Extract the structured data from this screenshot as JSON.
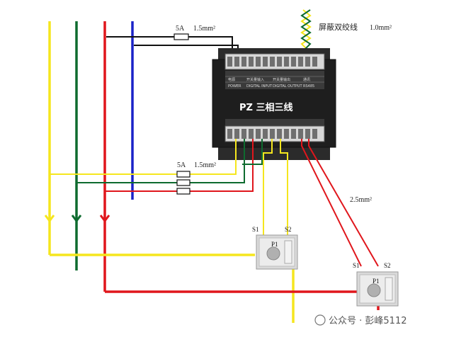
{
  "labels": {
    "fuse_top_current": "5A",
    "fuse_top_size": "1.5mm²",
    "shield_wire": "屏蔽双绞线",
    "shield_wire_size": "1.0mm²",
    "fuse_bottom_current": "5A",
    "fuse_bottom_size": "1.5mm²",
    "ct_wire_size": "2.5mm²"
  },
  "meter": {
    "title": "PZ  三相三线",
    "top_row": [
      "电源",
      "开关量输入",
      "开关量输出",
      "通讯"
    ],
    "top_row_en": [
      "POWER",
      "DIGITAL INPUT",
      "DIGITAL OUTPUT",
      "RS485"
    ]
  },
  "ct1": {
    "s1": "S1",
    "s2": "S2",
    "p1": "P1"
  },
  "ct2": {
    "s1": "S1",
    "s2": "S2",
    "p1": "P1"
  },
  "watermark": "公众号 · 彭峰5112",
  "colors": {
    "phase_a": "#f5e61e",
    "phase_b": "#0e6b2f",
    "phase_c": "#e0161c",
    "neutral": "#1a22c8"
  }
}
